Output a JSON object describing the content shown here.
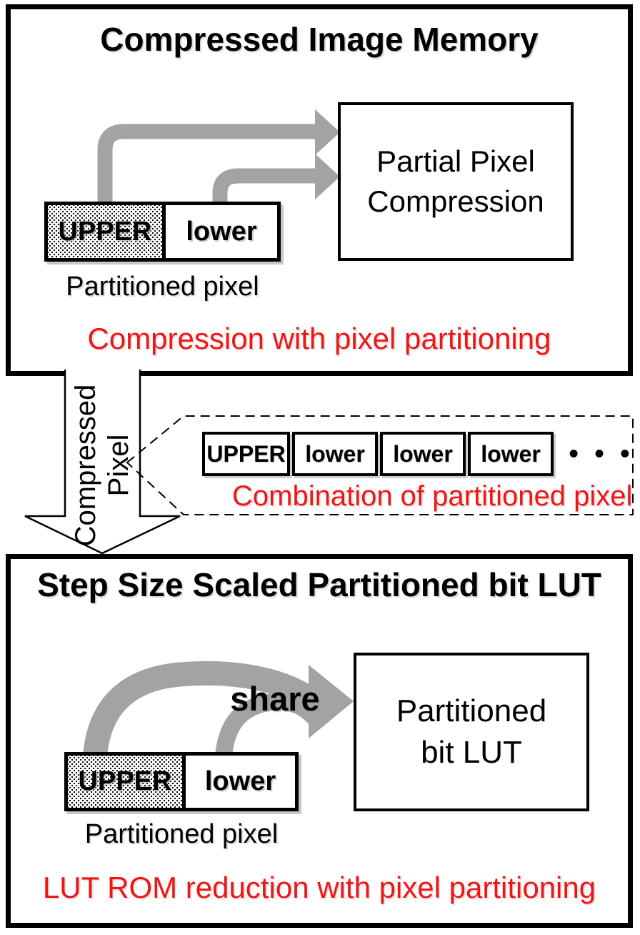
{
  "colors": {
    "accent_red": "#ee1515",
    "arrow_gray": "#a3a3a3",
    "outline_black": "#000000",
    "background": "#ffffff"
  },
  "top_section": {
    "title": "Compressed Image Memory",
    "process_box": {
      "line1": "Partial Pixel",
      "line2": "Compression"
    },
    "pixel_box": {
      "upper": "UPPER",
      "lower": "lower"
    },
    "pixel_label": "Partitioned pixel",
    "caption": "Compression with pixel partitioning"
  },
  "connector": {
    "label_line1": "Compressed",
    "label_line2": "Pixel"
  },
  "callout": {
    "cells": [
      {
        "label": "UPPER"
      },
      {
        "label": "lower"
      },
      {
        "label": "lower"
      },
      {
        "label": "lower"
      }
    ],
    "ellipsis": "• • •",
    "caption": "Combination of partitioned pixel"
  },
  "bottom_section": {
    "title": "Step Size Scaled Partitioned bit LUT",
    "share_label": "share",
    "lut_box": {
      "line1": "Partitioned",
      "line2": "bit LUT"
    },
    "pixel_box": {
      "upper": "UPPER",
      "lower": "lower"
    },
    "pixel_label": "Partitioned pixel",
    "caption": "LUT ROM reduction with pixel partitioning"
  }
}
